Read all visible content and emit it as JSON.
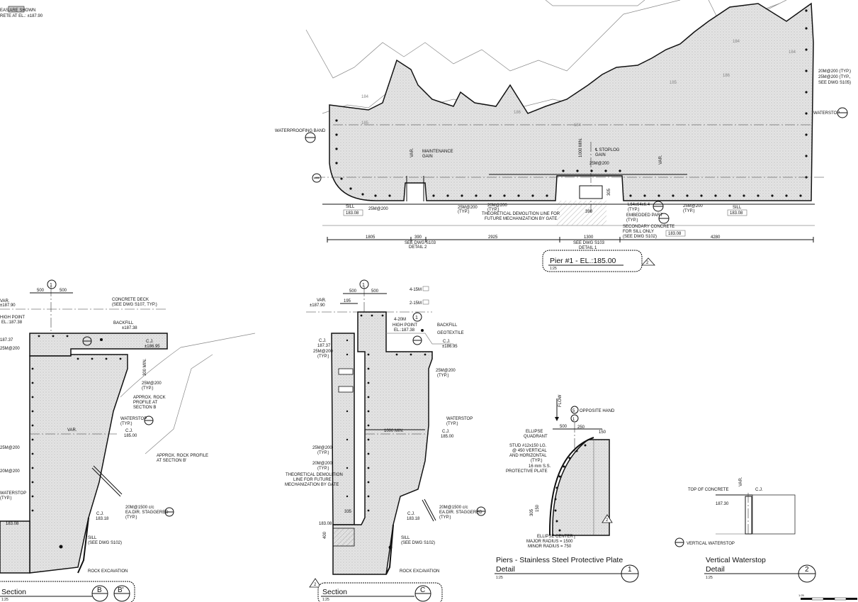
{
  "legend": {
    "line1": "EAS     ARE SHOWN",
    "line2": "RETE AT EL.: ±187.90"
  },
  "pier": {
    "title": "Pier #1 - EL.:185.00",
    "scale": "1:25",
    "rev": "2",
    "labels": {
      "waterproofing": "WATERPROOFING BAND",
      "waterstop": "WATERSTOP",
      "typ_right": [
        "20M@200 (TYP.)",
        "25M@200 (TYP.,",
        "SEE DWG S105)"
      ],
      "maintenance": [
        "MAINTENANCE",
        "GAIN"
      ],
      "stoplog": [
        "℄ STOPLOG",
        "GAIN"
      ],
      "bar25_top": "25M@200",
      "min1000": "1000 MIN.",
      "var1": "VAR.",
      "var2": "VAR.",
      "sill_left": "SILL",
      "sill_left_el": "183.08",
      "bar25_left": "25M@200",
      "bar25_mid": [
        "25M@200",
        "(TYP.)"
      ],
      "bar20_mid": [
        "20M@200",
        "(TYP.)"
      ],
      "demolition": [
        "THEORETICAL DEMOLITION LINE FOR",
        "FUTURE MECHANIZATION BY GATE"
      ],
      "angle": [
        "L64x64x6.4",
        "(TYP.)"
      ],
      "embedded": [
        "EMBEDDED PART",
        "(TYP.)"
      ],
      "secondary": [
        "SECONDARY CONCRETE",
        "FOR SILL ONLY",
        "(SEE DWG S102)"
      ],
      "secondary_el": "183.08",
      "bar25_right": [
        "25M@200",
        "(TYP.)"
      ],
      "sill_right": "SILL",
      "sill_right_el": "183.08",
      "d305": "305",
      "d390": "390",
      "dims": [
        "1805",
        "390",
        "2925",
        "1300",
        "4280"
      ],
      "see_dwg1": [
        "SEE DWG S103",
        "DETAIL 2"
      ],
      "see_dwg2": [
        "SEE DWG S103",
        "DETAIL 1"
      ],
      "contours": [
        "184",
        "185",
        "186",
        "184",
        "185",
        "186",
        "184",
        "184"
      ]
    }
  },
  "sectionB": {
    "title": "Section",
    "scale": "1:25",
    "tag1": "B",
    "tag2": "B'",
    "labels": {
      "var_el": [
        "VAR.",
        "±187.90"
      ],
      "high_point": [
        "HIGH POINT",
        "EL.:187.38"
      ],
      "el_18737": "187.37",
      "bar_m200": "25M@200",
      "d500a": "500",
      "d500b": "500",
      "deck": [
        "CONCRETE DECK",
        "(SEE DWG S107, TYP.)"
      ],
      "backfill": [
        "BACKFILL",
        "±187.38"
      ],
      "cj": [
        "C.J.",
        "±186.95"
      ],
      "min300": "300 MIN.",
      "bar25": [
        "25M@200",
        "(TYP.)"
      ],
      "rock_profile": [
        "APPROX. ROCK",
        "PROFILE AT",
        "SECTION B"
      ],
      "waterstop": [
        "WATERSTOP",
        "(TYP.)"
      ],
      "var": "VAR.",
      "cj2": [
        "C.J.",
        "185.00"
      ],
      "rock_profile2": [
        "APPROX. ROCK PROFILE",
        "AT SECTION B'"
      ],
      "bar_left1": "25M@200",
      "bar_left2": "20M@200",
      "waterstop_left": [
        "WATERSTOP",
        "(TYP.)"
      ],
      "el_18308": "183.08",
      "anchor": [
        "20M@1500 c/c",
        "EA.DIR. STAGGERED",
        "(TYP.)"
      ],
      "cj3": [
        "C.J.",
        "183.18"
      ],
      "sill": [
        "SILL",
        "(SEE DWG S102)"
      ],
      "rock_exc": "ROCK EXCAVATION",
      "ref_top": "1"
    }
  },
  "sectionC": {
    "title": "Section",
    "scale": "1:25",
    "tag": "C",
    "rev": "2",
    "labels": {
      "var_el": [
        "VAR.",
        "±187.90"
      ],
      "d500a": "500",
      "d500b": "500",
      "d195": "195",
      "bar_4_15m": "4-15M",
      "bar_2_15m": "2-15M",
      "bar_4_20m": "4-20M",
      "high_point": [
        "HIGH POINT",
        "EL.:187.38"
      ],
      "backfill": "BACKFILL",
      "geotextile": "GEOTEXTILE",
      "cj_top": [
        "C.J.",
        "±186.95"
      ],
      "cj_left": [
        "C.J.",
        "187.37"
      ],
      "bar25_left": [
        "25M@200",
        "(TYP.)"
      ],
      "bar25_right": [
        "25M@200",
        "(TYP.)"
      ],
      "waterstop": [
        "WATERSTOP",
        "(TYP.)"
      ],
      "min1000": "1000 MIN.",
      "cj_mid": [
        "C.J.",
        "185.00"
      ],
      "bar25_l2": [
        "25M@200",
        "(TYP.)"
      ],
      "bar20_l2": [
        "20M@200",
        "(TYP.)"
      ],
      "demolition": [
        "THEORETICAL DEMOLITION",
        "LINE FOR FUTURE",
        "MECHANIZATION BY GATE"
      ],
      "d335": "335",
      "anchor": [
        "20M@1500 c/c",
        "EA.DIR. STAGGERED",
        "(TYP.)"
      ],
      "cj_low": [
        "C.J.",
        "183.18"
      ],
      "el_18308": "183.08",
      "d400": "400",
      "sill": [
        "SILL",
        "(SEE DWG S102)"
      ],
      "rock_exc": "ROCK EXCAVATION",
      "ref_top": "1",
      "ref_side": "1"
    }
  },
  "detail1": {
    "title": "Piers - Stainless Steel Protective Plate",
    "subtitle": "Detail",
    "scale": "1:25",
    "tag": "1",
    "rev": "2",
    "labels": {
      "flow": "FLOW",
      "opposite": "OPPOSITE HAND",
      "ref_a": "5",
      "ref_b": "1",
      "d500": "500",
      "d150": "150",
      "d250": "250",
      "ellipse_quad": [
        "ELLIPSE",
        "QUADRANT"
      ],
      "stud": [
        "STUD #12x150 LG.",
        "@ 450 VERTICAL",
        "AND HORIZONTAL",
        "(TYP.)"
      ],
      "plate": [
        "16 mm S.S.",
        "PROTECTIVE PLATE"
      ],
      "d305": "305",
      "d150b": "150",
      "ellipse_center": [
        "ELLIPSE CENTER",
        "MAJOR RADIUS = 1500",
        "MINOR RADIUS = 750"
      ]
    }
  },
  "detail2": {
    "title": "Vertical Waterstop",
    "subtitle": "Detail",
    "scale": "1:25",
    "tag": "2",
    "labels": {
      "top_conc": "TOP OF CONCRETE",
      "cj": "C.J.",
      "var": "VAR.",
      "el": "187.30",
      "vws": "VERTICAL WATERSTOP"
    }
  },
  "scalebar": "1:25"
}
